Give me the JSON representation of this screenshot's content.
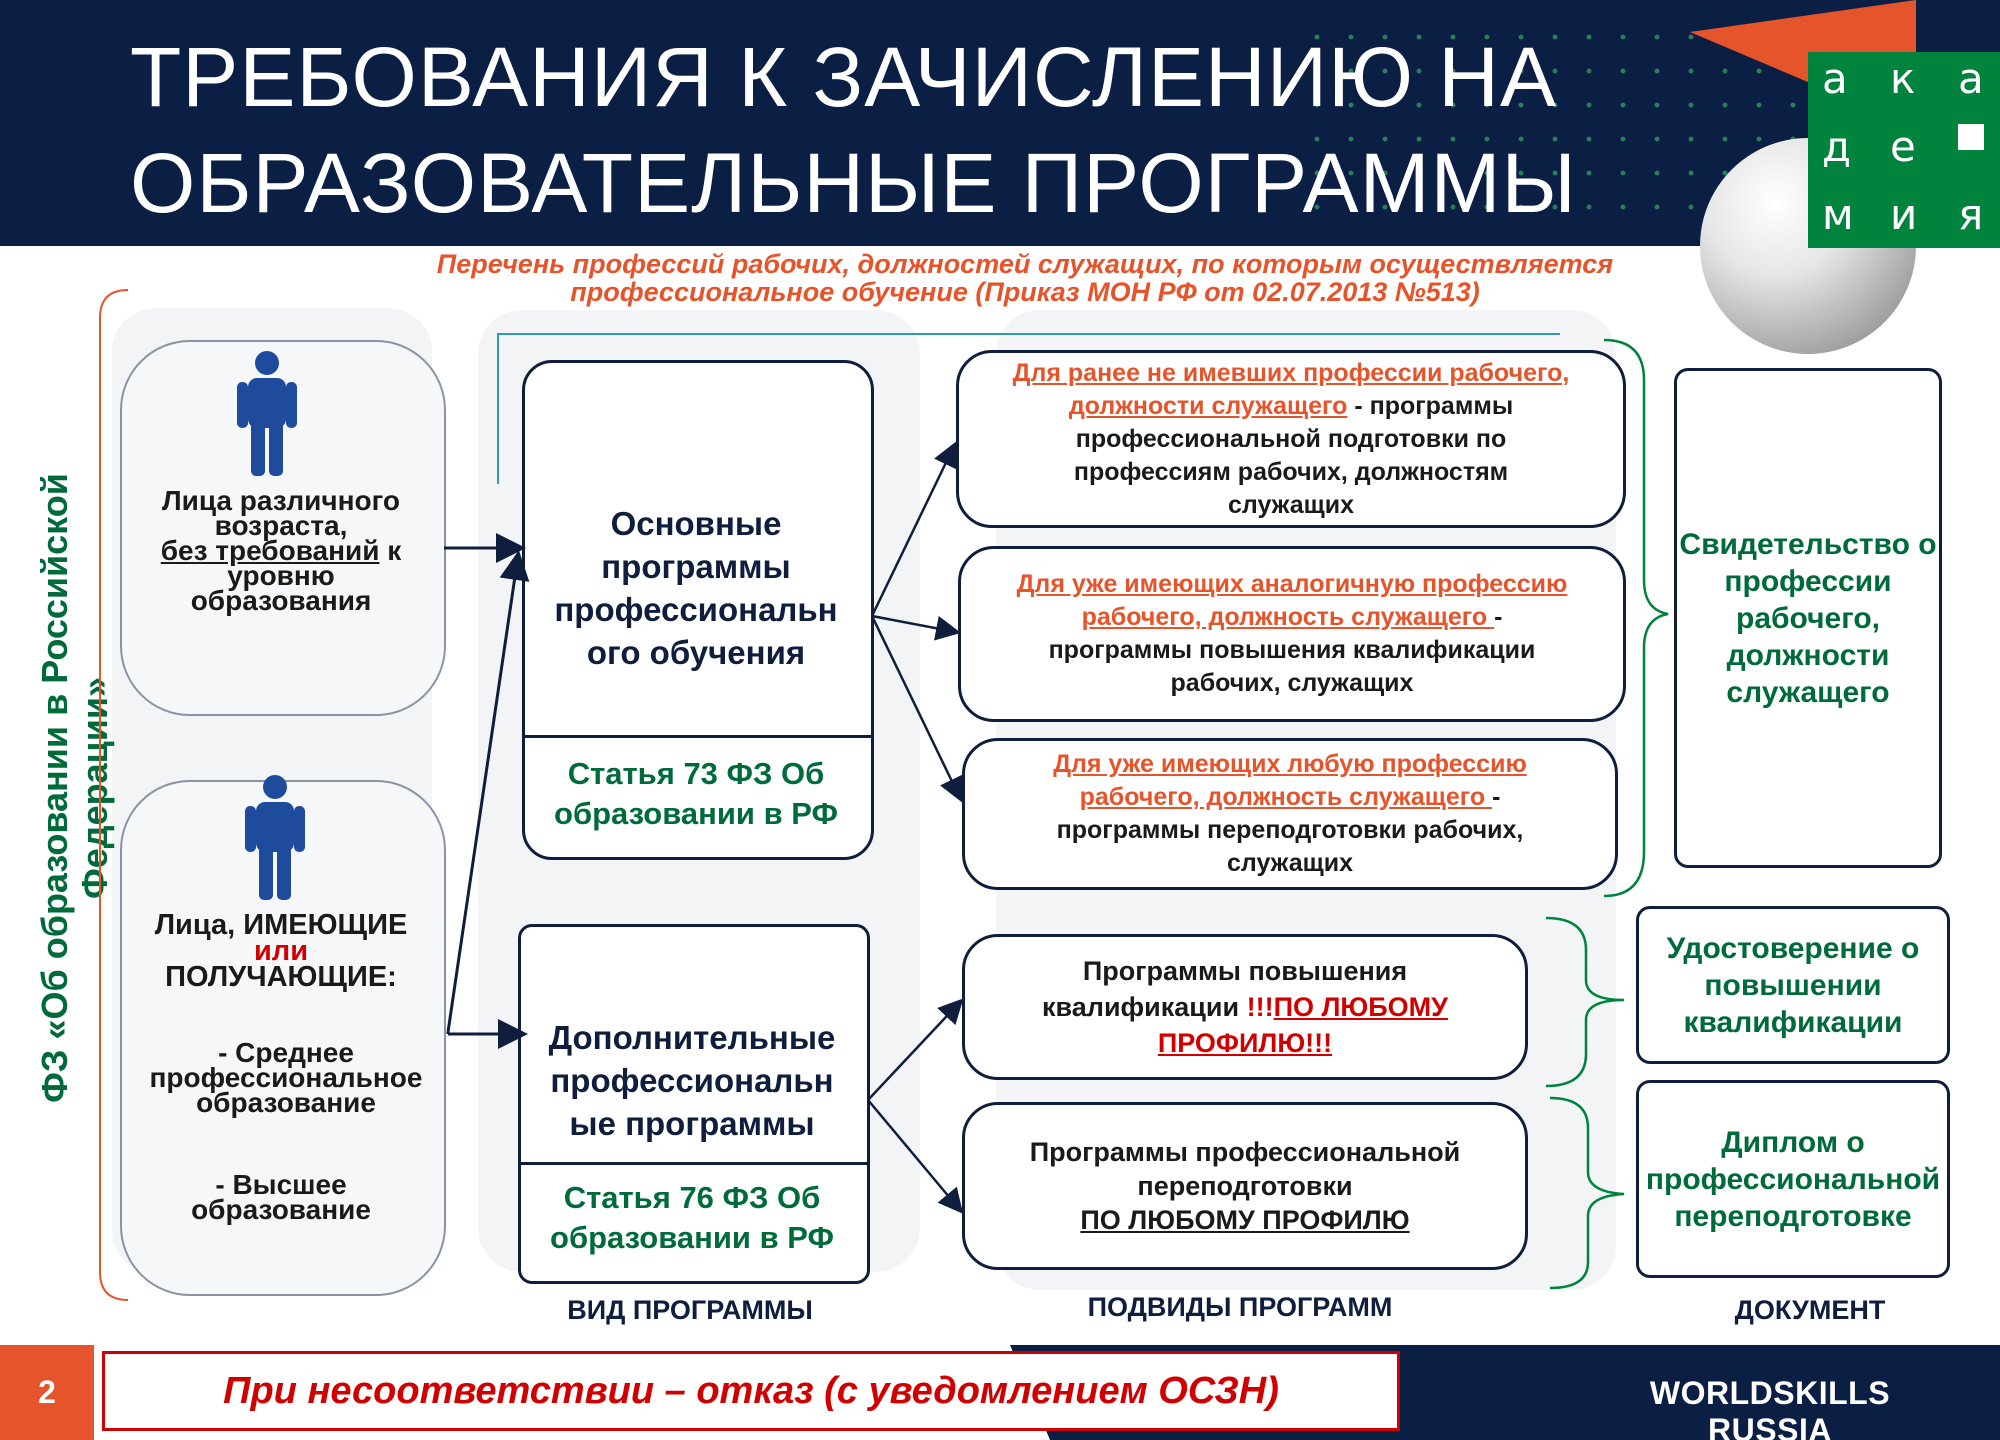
{
  "header": {
    "title_line1": "ТРЕБОВАНИЯ К ЗАЧИСЛЕНИЮ НА",
    "title_line2": "ОБРАЗОВАТЕЛЬНЫЕ ПРОГРАММЫ"
  },
  "logo": {
    "letters": [
      "а",
      "к",
      "а",
      "д",
      "е",
      "м",
      "и",
      "я"
    ]
  },
  "subtitle_line1": "Перечень профессий рабочих, должностей служащих, по которым осуществляется",
  "subtitle_line2": "профессиональное обучение (Приказ МОН РФ от 02.07.2013 №513)",
  "law_label_line1": "ФЗ «Об образовании в Российской",
  "law_label_line2": "Федерации»",
  "persons": {
    "p1": {
      "line1": "Лица различного",
      "line2": "возраста,",
      "line3_under": "без требований",
      "line3_rest": " к",
      "line4": "уровню",
      "line5": "образования"
    },
    "p2": {
      "line1a": "Лица, ",
      "line1b": "ИМЕЮЩИЕ",
      "line2": "или",
      "line3": "ПОЛУЧАЮЩИЕ:",
      "item1a": "- Среднее",
      "item1b": "профессиональное",
      "item1c": "образование",
      "item2a": "- Высшее",
      "item2b": "образование"
    }
  },
  "programs": {
    "main": {
      "line1": "Основные",
      "line2": "программы",
      "line3": "профессиональн",
      "line4": "ого обучения",
      "article_line1": "Статья 73 ФЗ Об",
      "article_line2": "образовании в РФ"
    },
    "additional": {
      "line1": "Дополнительные",
      "line2": "профессиональн",
      "line3": "ые программы",
      "article_line1": "Статья 76 ФЗ Об",
      "article_line2": "образовании в РФ"
    }
  },
  "subtypes": {
    "s1": {
      "o1": "Для ранее не имевших профессии рабочего,",
      "o2": "должности служащего",
      "t2": " - программы",
      "t3": "профессиональной подготовки по",
      "t4": "профессиям рабочих, должностям",
      "t5": "служащих"
    },
    "s2": {
      "o1": "Для уже имеющих аналогичную профессию",
      "o2": "рабочего, должность служащего ",
      "t2": "-",
      "t3": "программы повышения квалификации",
      "t4": "рабочих, служащих"
    },
    "s3": {
      "o1": "Для уже имеющих любую профессию",
      "o2": "рабочего, должность служащего ",
      "t2": "-",
      "t3": "программы переподготовки рабочих,",
      "t4": "служащих"
    },
    "s4": {
      "t1": "Программы повышения",
      "t2": "квалификации ",
      "r1": "!!!",
      "r2": "ПО ЛЮБОМУ",
      "r3": "ПРОФИЛЮ!!!"
    },
    "s5": {
      "t1": "Программы профессиональной",
      "t2": "переподготовки",
      "t3": "ПО ЛЮБОМУ ПРОФИЛЮ"
    }
  },
  "documents": {
    "d1": [
      "Свидетельство о",
      "профессии",
      "рабочего,",
      "должности",
      "служащего"
    ],
    "d2": [
      "Удостоверение о",
      "повышении",
      "квалификации"
    ],
    "d3": [
      "Диплом о",
      "профессиональной",
      "переподготовке"
    ]
  },
  "column_heads": {
    "type": "ВИД ПРОГРАММЫ",
    "subtypes": "ПОДВИДЫ ПРОГРАММ",
    "document": "ДОКУМЕНТ"
  },
  "footer": {
    "page_number": "2",
    "warning": "При несоответствии – отказ (с уведомлением ОСЗН)",
    "brand": "WORLDSKILLS RUSSIA"
  },
  "colors": {
    "navy": "#0b1f45",
    "orange": "#e5542a",
    "green": "#006b3a",
    "red": "#d10000",
    "person_blue": "#1e4b9b"
  }
}
